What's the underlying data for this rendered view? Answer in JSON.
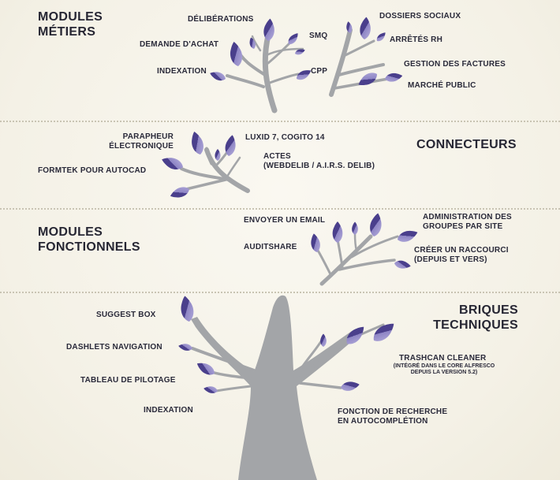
{
  "sections": {
    "modules_metiers": [
      "MODULES",
      "MÉTIERS"
    ],
    "connecteurs": [
      "CONNECTEURS"
    ],
    "modules_fonctionnels": [
      "MODULES",
      "FONCTIONNELS"
    ],
    "briques_techniques": [
      "BRIQUES",
      "TECHNIQUES"
    ]
  },
  "modules_metiers": {
    "left": [
      "DÉLIBÉRATIONS",
      "DEMANDE D'ACHAT",
      "INDEXATION",
      "SMQ",
      "CPP"
    ],
    "right": [
      "DOSSIERS SOCIAUX",
      "ARRÊTÉS RH",
      "GESTION DES FACTURES",
      "MARCHÉ PUBLIC"
    ]
  },
  "connecteurs": {
    "parapheur": [
      "PARAPHEUR",
      "ÉLECTRONIQUE"
    ],
    "formtek": "FORMTEK POUR AUTOCAD",
    "luxid": "LUXID 7, COGITO 14",
    "actes": [
      "ACTES",
      "(WEBDELIB / A.I.R.S. DELIB)"
    ]
  },
  "modules_fonctionnels": {
    "envoyer": "ENVOYER UN EMAIL",
    "auditshare": "AUDITSHARE",
    "administration": [
      "ADMINISTRATION DES",
      "GROUPES PAR SITE"
    ],
    "raccourci": [
      "CRÉER UN RACCOURCI",
      "(DEPUIS ET VERS)"
    ]
  },
  "briques_techniques": {
    "suggest": "SUGGEST BOX",
    "dashlets": "DASHLETS NAVIGATION",
    "tableau": "TABLEAU DE PILOTAGE",
    "indexation": "INDEXATION",
    "trashcan": "TRASHCAN CLEANER",
    "trashcan_note": [
      "(INTÉGRÉ DANS LE CORE ALFRESCO",
      "DEPUIS LA VERSION 5.2)"
    ],
    "fonction": [
      "FONCTION DE RECHERCHE",
      "EN AUTOCOMPLÉTION"
    ]
  },
  "colors": {
    "leaf_dark": "#4a3f8c",
    "leaf_light": "#a29ad0",
    "branch": "#a3a5a8",
    "divider": "#c9c4b3"
  }
}
